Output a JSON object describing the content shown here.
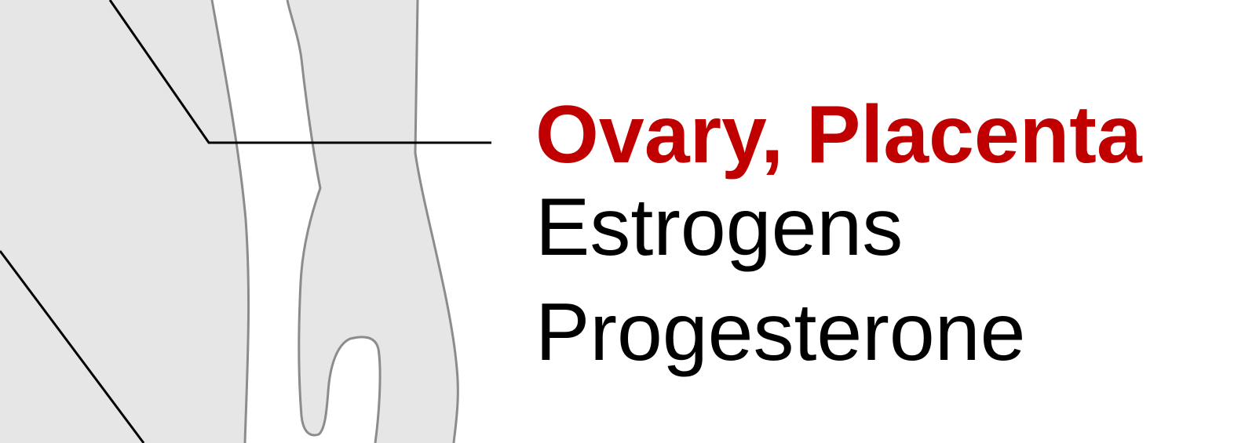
{
  "label": {
    "organ": "Ovary, Placenta",
    "hormones": [
      "Estrogens",
      "Progesterone"
    ]
  },
  "colors": {
    "organ_text": "#c00000",
    "hormone_text": "#000000",
    "body_fill": "#e6e6e6",
    "body_outline": "#8c8c8c",
    "leader_line": "#000000",
    "background": "#ffffff"
  }
}
